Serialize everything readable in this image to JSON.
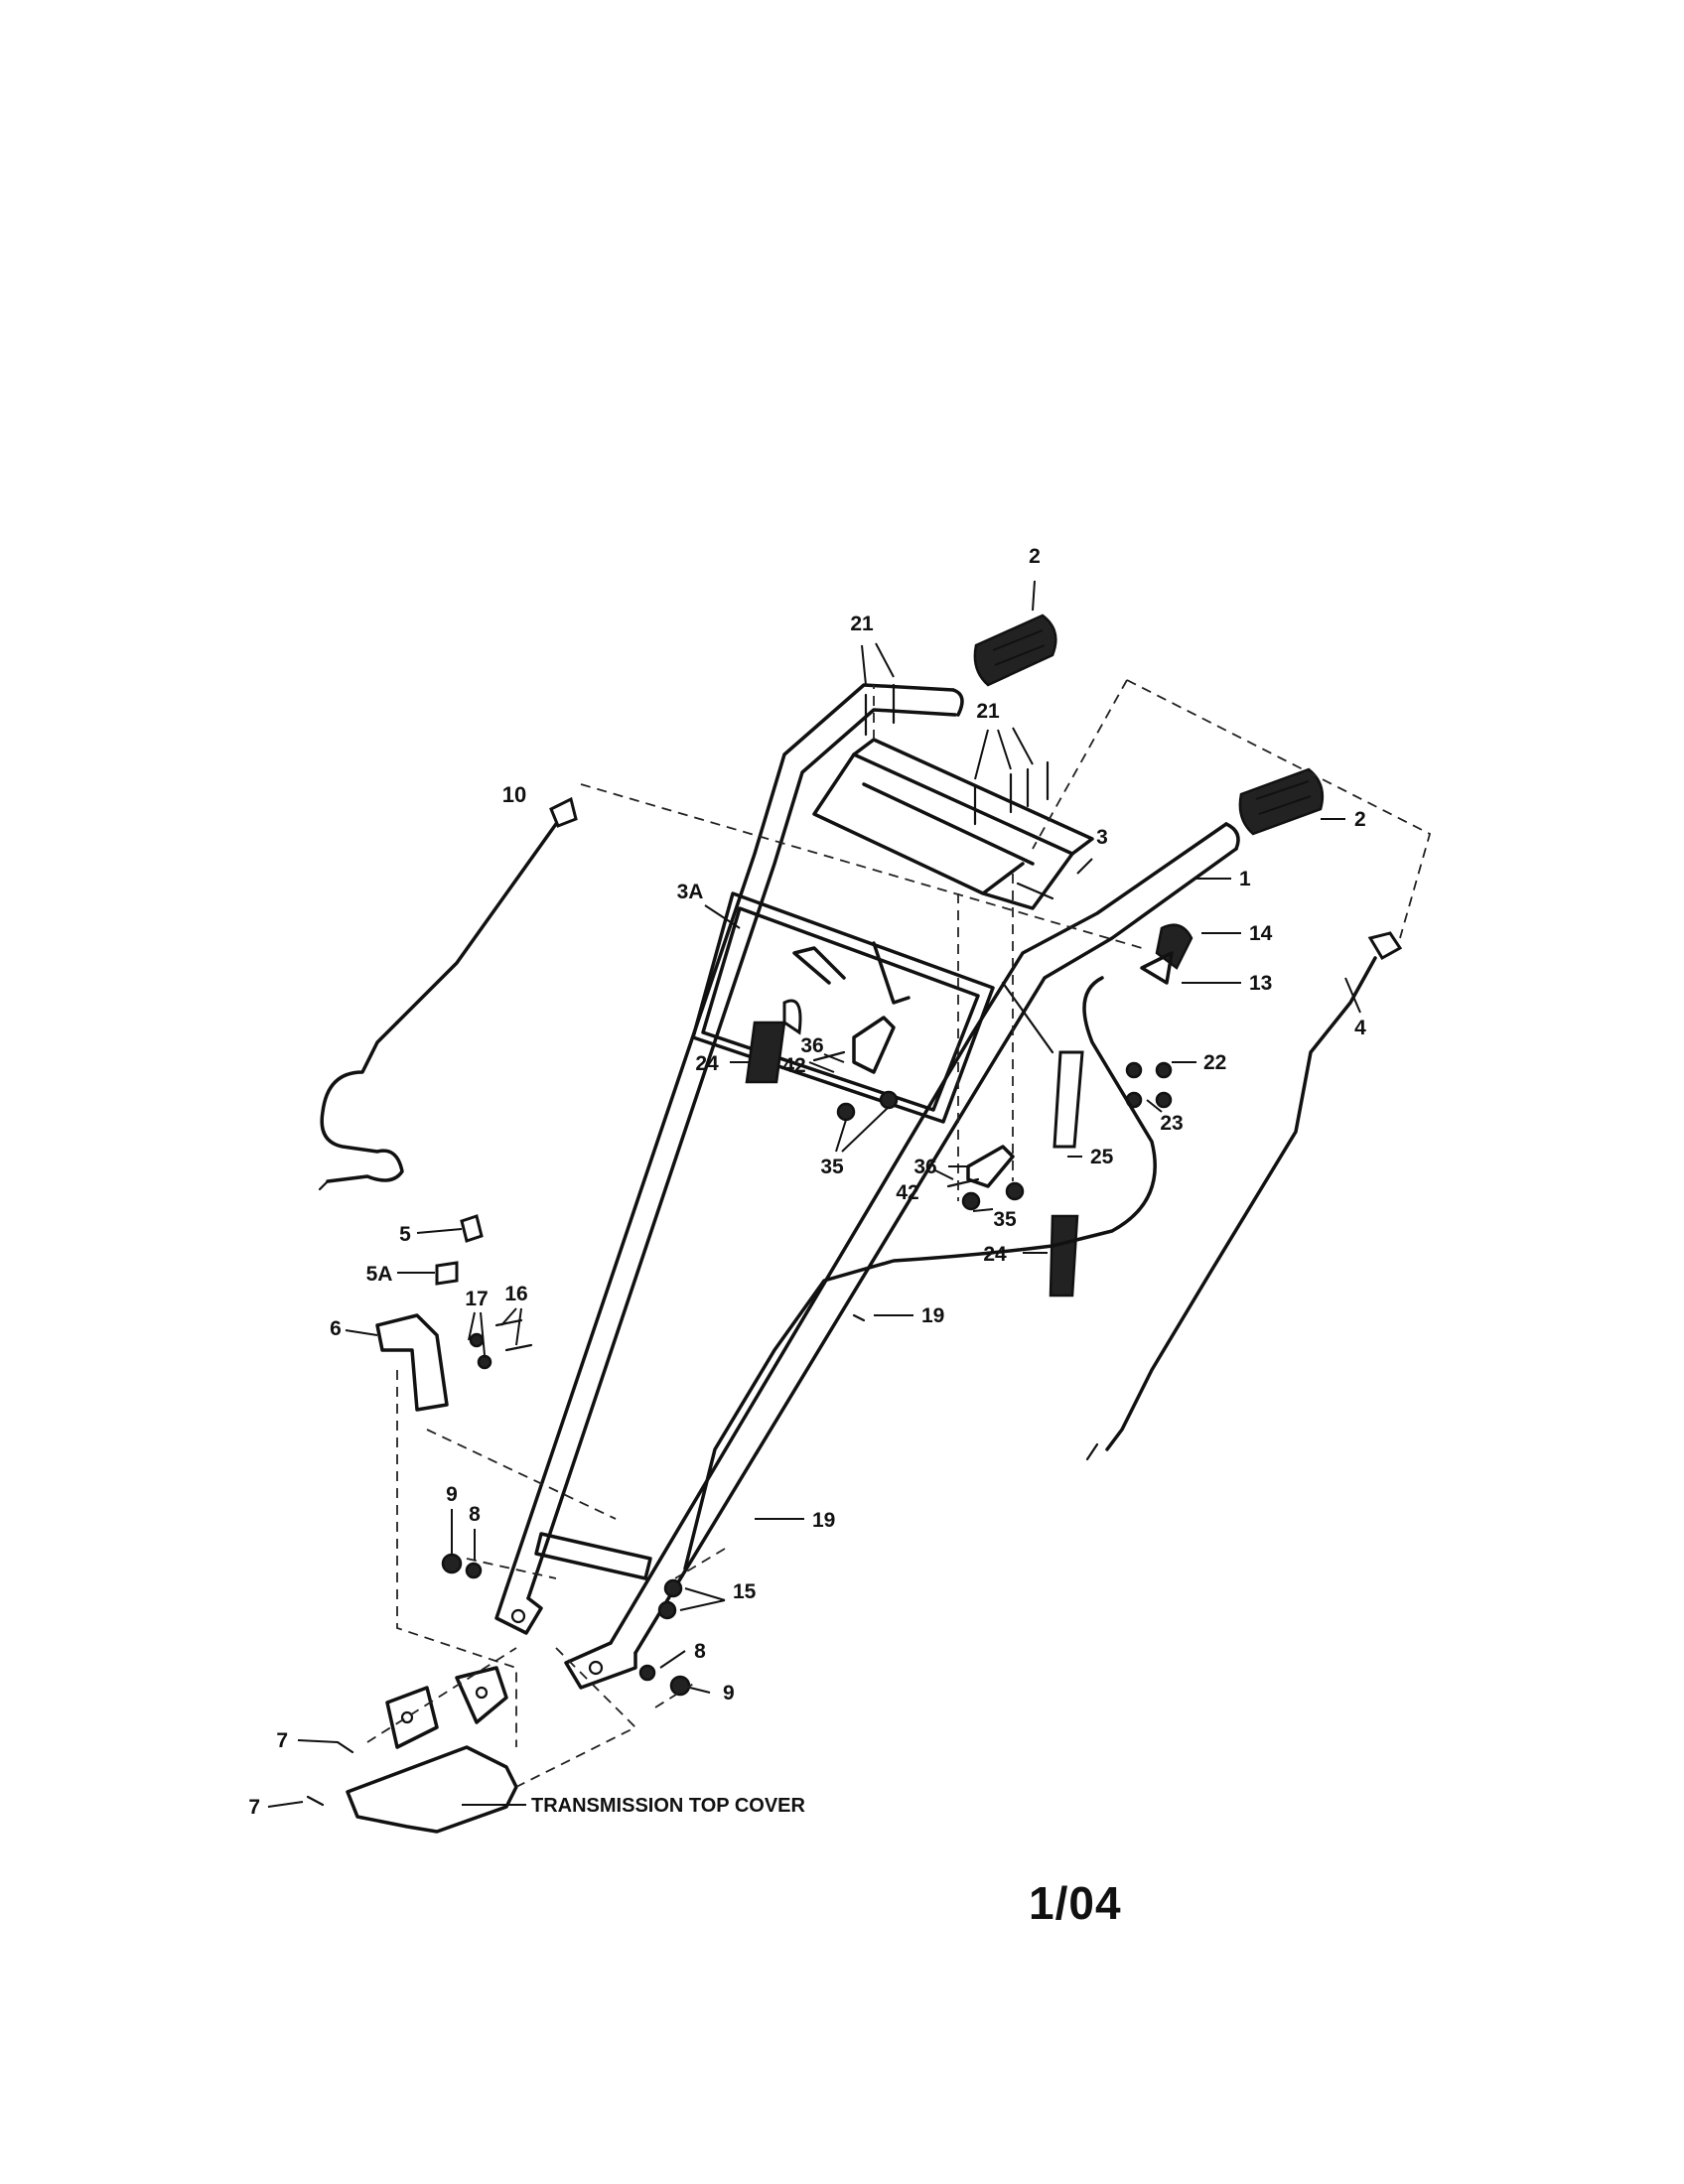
{
  "diagram": {
    "callouts": [
      {
        "id": "c2a",
        "text": "2"
      },
      {
        "id": "c2b",
        "text": "2"
      },
      {
        "id": "c21a",
        "text": "21"
      },
      {
        "id": "c21b",
        "text": "21"
      },
      {
        "id": "c10",
        "text": "10"
      },
      {
        "id": "c3",
        "text": "3"
      },
      {
        "id": "c1",
        "text": "1"
      },
      {
        "id": "c3A",
        "text": "3A"
      },
      {
        "id": "c14",
        "text": "14"
      },
      {
        "id": "c13",
        "text": "13"
      },
      {
        "id": "c4",
        "text": "4"
      },
      {
        "id": "c22",
        "text": "22"
      },
      {
        "id": "c23",
        "text": "23"
      },
      {
        "id": "c36a",
        "text": "36"
      },
      {
        "id": "c42a",
        "text": "42"
      },
      {
        "id": "c24a",
        "text": "24"
      },
      {
        "id": "c35a",
        "text": "35"
      },
      {
        "id": "c36b",
        "text": "36"
      },
      {
        "id": "c42b",
        "text": "42"
      },
      {
        "id": "c25",
        "text": "25"
      },
      {
        "id": "c35b",
        "text": "35"
      },
      {
        "id": "c24b",
        "text": "24"
      },
      {
        "id": "c19a",
        "text": "19"
      },
      {
        "id": "c5",
        "text": "5"
      },
      {
        "id": "c5A",
        "text": "5A"
      },
      {
        "id": "c6",
        "text": "6"
      },
      {
        "id": "c17",
        "text": "17"
      },
      {
        "id": "c16",
        "text": "16"
      },
      {
        "id": "c9a",
        "text": "9"
      },
      {
        "id": "c8a",
        "text": "8"
      },
      {
        "id": "c19b",
        "text": "19"
      },
      {
        "id": "c15",
        "text": "15"
      },
      {
        "id": "c8b",
        "text": "8"
      },
      {
        "id": "c9b",
        "text": "9"
      },
      {
        "id": "c7a",
        "text": "7"
      },
      {
        "id": "c7b",
        "text": "7"
      }
    ],
    "caption": "TRANSMISSION TOP COVER",
    "page_code": "1/04"
  }
}
